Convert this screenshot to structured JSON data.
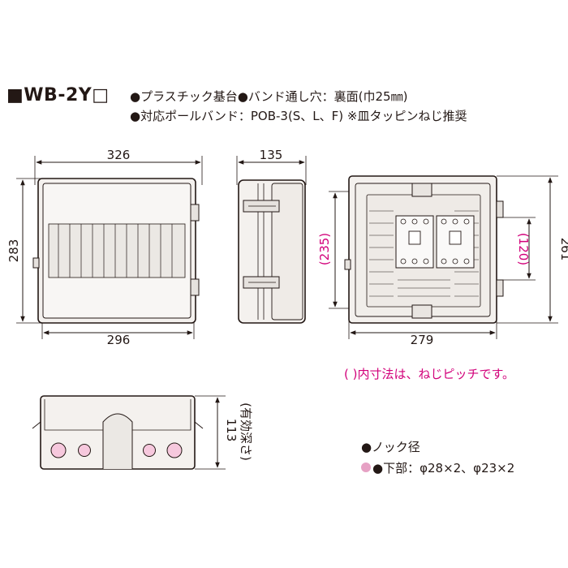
{
  "header": {
    "model": "■WB-2Y□",
    "spec_line_1": "●プラスチック基台●バンド通し穴：裏面(巾25㎜)",
    "spec_line_2": "●対応ポールバンド：POB-3(S、L、F) ※皿タッピンねじ推奨"
  },
  "front_view": {
    "width_top": "326",
    "width_bottom": "296",
    "height": "283"
  },
  "side_view": {
    "depth": "135"
  },
  "back_view": {
    "width": "279",
    "height": "261",
    "inner_height": "(235)",
    "inner_pitch": "(120)"
  },
  "bottom_view": {
    "effective_depth": "113",
    "effective_depth_label": "(有効深さ)"
  },
  "note": "( )内寸法は、ねじピッチです。",
  "knockout": {
    "title": "●ノック径",
    "bottom_label": "●下部：φ28×2、φ23×2",
    "dot_color": "#e6a1c4"
  },
  "colors": {
    "accent": "#d2007a",
    "knock_fill": "#f6c8dd"
  }
}
